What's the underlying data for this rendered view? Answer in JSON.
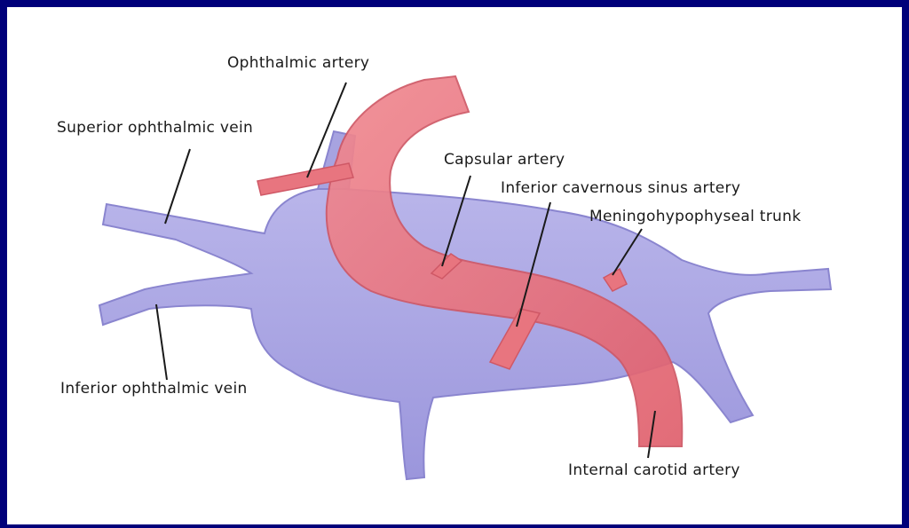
{
  "labels": {
    "ophthalmic_artery": "Ophthalmic artery",
    "superior_ophthalmic_vein": "Superior ophthalmic vein",
    "capsular_artery": "Capsular artery",
    "inferior_cavernous_sinus_artery": "Inferior cavernous sinus artery",
    "meningohypophyseal_trunk": "Meningohypophyseal trunk",
    "inferior_ophthalmic_vein": "Inferior ophthalmic vein",
    "internal_carotid_artery": "Internal carotid artery"
  },
  "colors": {
    "border": "#00007a",
    "background": "#ffffff",
    "vein": "#a7a3e0",
    "vein_edge": "#8a85cf",
    "artery": "#e8757f",
    "artery_edge": "#cf5866",
    "line": "#1a1a1a"
  }
}
